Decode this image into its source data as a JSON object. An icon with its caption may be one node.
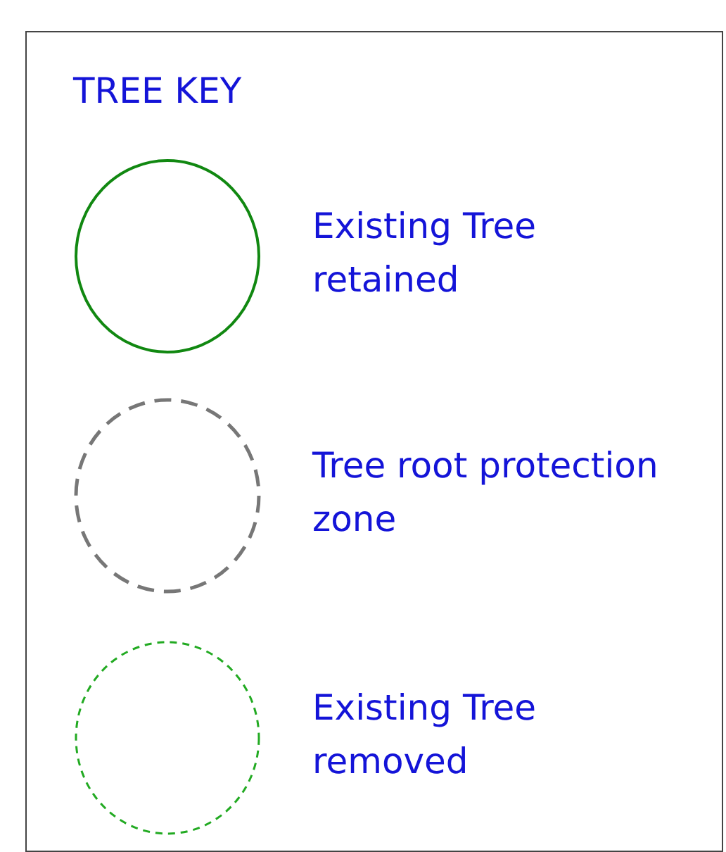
{
  "diagram": {
    "title": "TREE KEY",
    "legend": [
      {
        "text": "Existing Tree retained"
      },
      {
        "text": "Tree root protection zone"
      },
      {
        "text": "Existing Tree removed"
      }
    ]
  }
}
